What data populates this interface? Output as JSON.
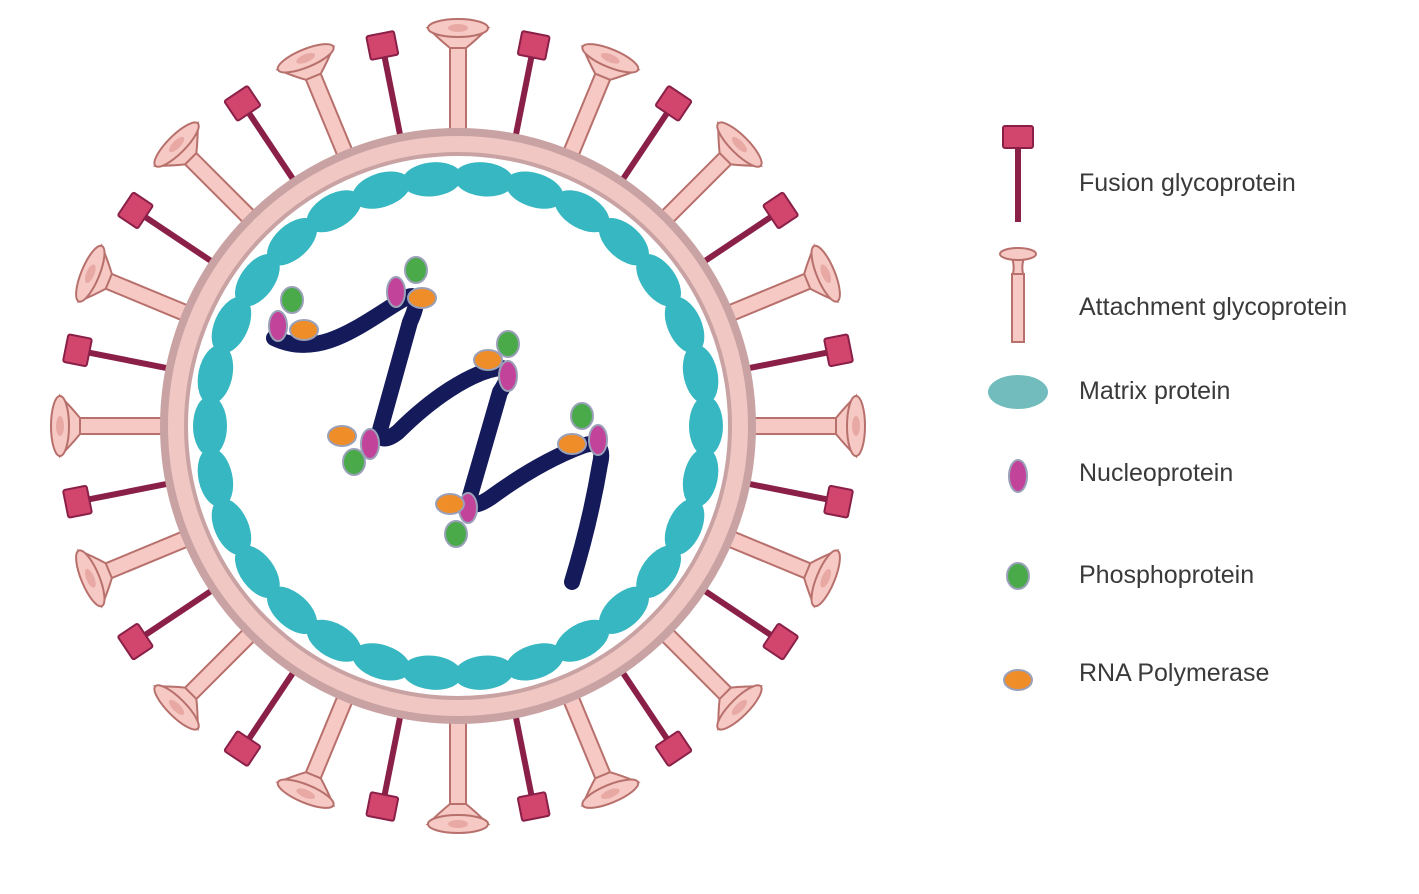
{
  "legend": {
    "items": [
      {
        "id": "fusion",
        "label": "Fusion glycoprotein",
        "icon": "fusion-glycoprotein-icon"
      },
      {
        "id": "attachment",
        "label": "Attachment glycoprotein",
        "icon": "attachment-glycoprotein-icon"
      },
      {
        "id": "matrix",
        "label": "Matrix protein",
        "icon": "matrix-protein-icon"
      },
      {
        "id": "nucleo",
        "label": "Nucleoprotein",
        "icon": "nucleoprotein-icon"
      },
      {
        "id": "phospho",
        "label": "Phosphoprotein",
        "icon": "phosphoprotein-icon"
      },
      {
        "id": "polymerase",
        "label": "RNA Polymerase",
        "icon": "rna-polymerase-icon"
      }
    ]
  },
  "colors": {
    "fusion": "#d2466e",
    "fusion_stem": "#8a2048",
    "attachment": "#f6c9c4",
    "attachment_stroke": "#b8706c",
    "envelope": "#f0c7c2",
    "envelope_stroke": "#c9a3a3",
    "matrix": "#36b7c1",
    "rna": "#141a5a",
    "nucleoprotein": "#c1449a",
    "phosphoprotein": "#4aaa4a",
    "polymerase": "#ef8d29",
    "label": "#3a3a3a"
  }
}
